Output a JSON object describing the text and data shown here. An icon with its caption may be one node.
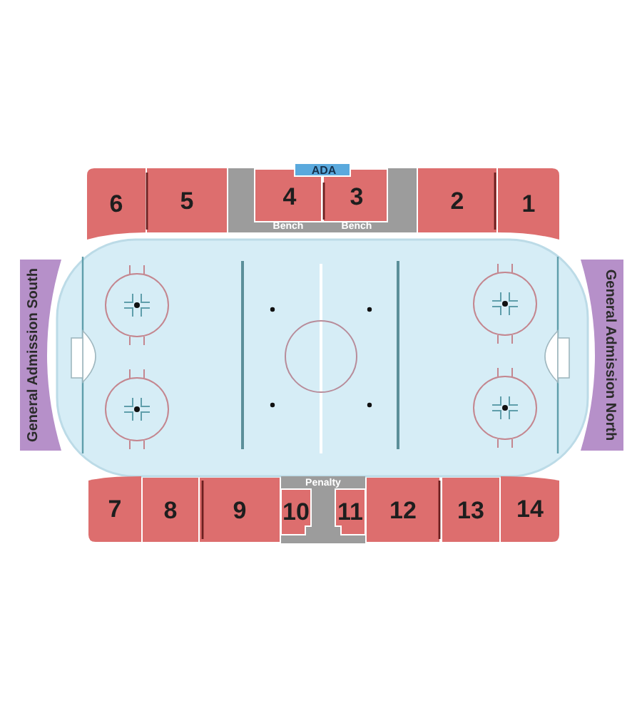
{
  "diagram": {
    "nodes": [
      {
        "text": [
          "ADA"
        ]
      },
      {
        "text": [
          "6"
        ]
      },
      {
        "text": [
          "5"
        ]
      },
      {
        "text": [
          "Bench",
          "Bench"
        ]
      },
      {
        "text": [
          "4"
        ],
        "in": 3
      },
      {
        "text": [
          "3"
        ],
        "in": 3
      },
      {
        "text": [
          "2"
        ]
      },
      {
        "text": [
          "1"
        ]
      },
      {
        "text": [
          "General Admission South"
        ]
      },
      {
        "text": [
          "General Admission North"
        ]
      },
      {
        "text": [
          "7"
        ]
      },
      {
        "text": [
          "8"
        ]
      },
      {
        "text": [
          "9"
        ]
      },
      {
        "text": [
          "Penalty"
        ]
      },
      {
        "text": [
          "10"
        ],
        "in": 13
      },
      {
        "text": [
          "11"
        ],
        "in": 13
      },
      {
        "text": [
          "12"
        ]
      },
      {
        "text": [
          "13"
        ]
      },
      {
        "text": [
          "14"
        ]
      }
    ]
  }
}
